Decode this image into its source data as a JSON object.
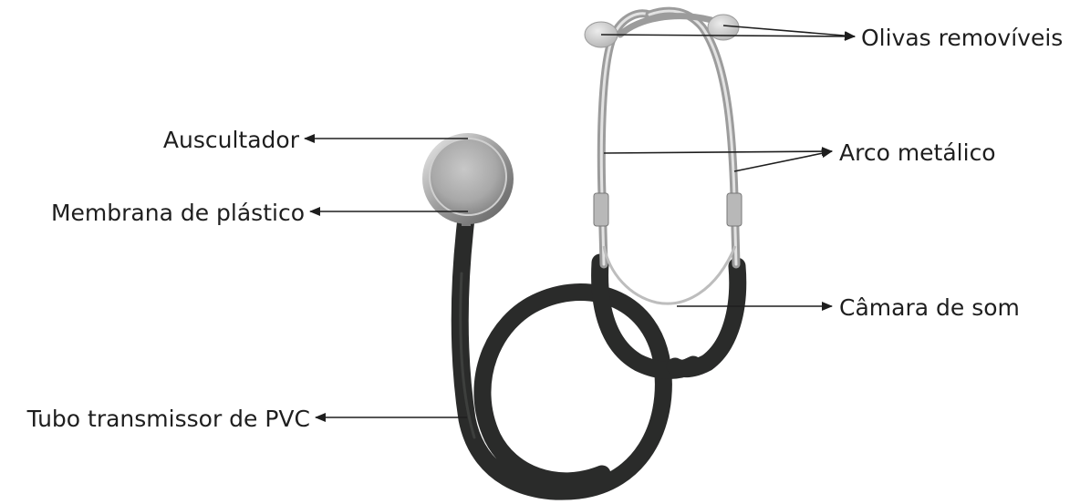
{
  "labels": {
    "olivas": "Olivas removíveis",
    "arco": "Arco metálico",
    "auscultador": "Auscultador",
    "membrana": "Membrana de plástico",
    "camara": "Câmara de som",
    "tubo": "Tubo transmissor de PVC"
  },
  "colors": {
    "tube": "#2a2b2a",
    "tube_highlight": "#3d3f3d",
    "metal": "#9c9c9c",
    "metal_light": "#e2e2e2",
    "eartip": "#cfcfcf",
    "pointer": "#1e1e1e",
    "text": "#1e1e1e"
  }
}
